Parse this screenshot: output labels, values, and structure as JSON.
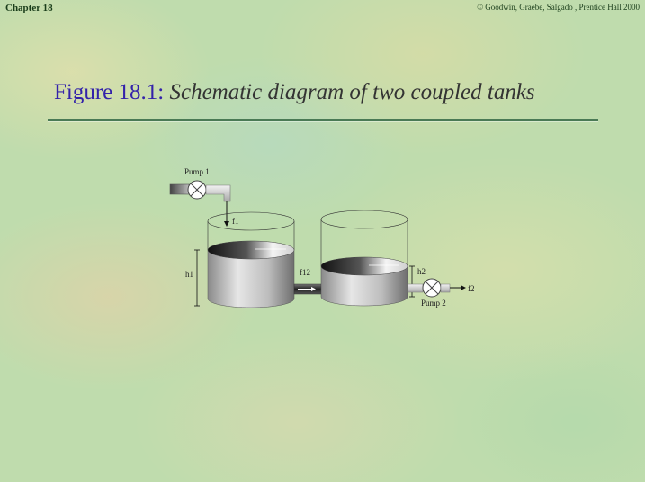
{
  "header": {
    "chapter": "Chapter 18",
    "copyright": "© Goodwin, Graebe, Salgado , Prentice Hall 2000"
  },
  "title": {
    "figure_label": "Figure 18.1:",
    "caption": "Schematic diagram of two coupled tanks"
  },
  "diagram": {
    "pump1_label": "Pump 1",
    "f1_label": "f1",
    "h1_label": "h1",
    "f12_label": "f12",
    "h2_label": "h2",
    "f2_label": "f2",
    "pump2_label": "Pump 2"
  }
}
